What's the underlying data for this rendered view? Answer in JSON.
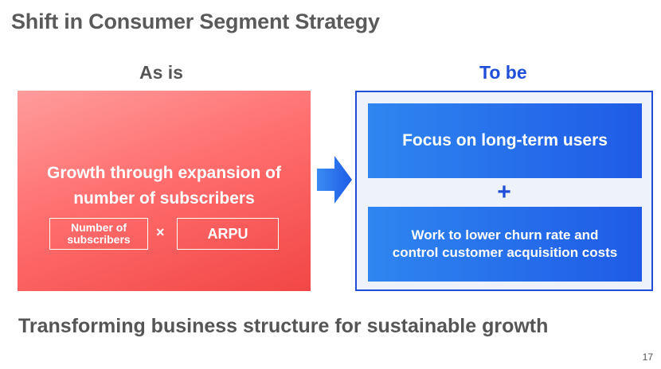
{
  "title": "Shift in Consumer Segment Strategy",
  "as_is": {
    "label": "As is",
    "headline_line1": "Growth through expansion of",
    "headline_line2": "number of subscribers",
    "formula_left_line1": "Number of",
    "formula_left_line2": "subscribers",
    "formula_operator": "×",
    "formula_right": "ARPU"
  },
  "to_be": {
    "label": "To be",
    "item1": "Focus on long-term users",
    "plus": "+",
    "item2_line1": "Work to lower churn rate and",
    "item2_line2": "control customer acquisition costs"
  },
  "bottom_message": "Transforming business structure for sustainable growth",
  "page_number": "17",
  "colors": {
    "accent_blue": "#1f4fd8",
    "as_is_red": "#f24646",
    "title_gray": "#5a5a5a"
  },
  "icons": {
    "arrow": "right-arrow-icon"
  }
}
